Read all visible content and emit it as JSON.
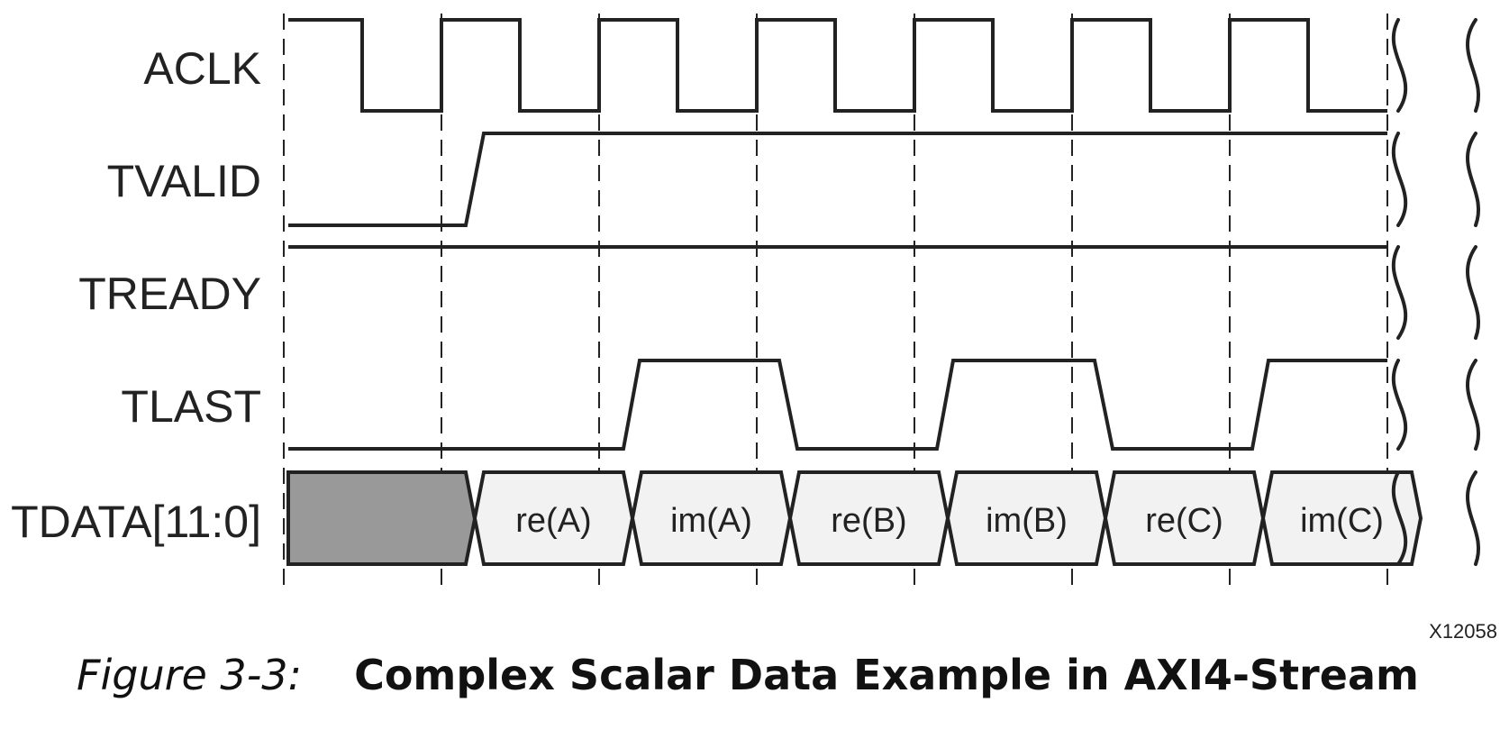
{
  "signals": [
    {
      "id": "aclk",
      "label": "ACLK"
    },
    {
      "id": "tvalid",
      "label": "TVALID"
    },
    {
      "id": "tready",
      "label": "TREADY"
    },
    {
      "id": "tlast",
      "label": "TLAST"
    },
    {
      "id": "tdata",
      "label": "TDATA[11:0]"
    }
  ],
  "tdata_cells": [
    "re(A)",
    "im(A)",
    "re(B)",
    "im(B)",
    "re(C)",
    "im(C)"
  ],
  "figure_id": "X12058",
  "caption": {
    "number": "Figure 3-3:",
    "title": "Complex Scalar Data Example in AXI4-Stream"
  },
  "colors": {
    "ink": "#222222",
    "tdata_idle_fill": "#999999",
    "tdata_cell_fill": "#f2f2f2"
  }
}
